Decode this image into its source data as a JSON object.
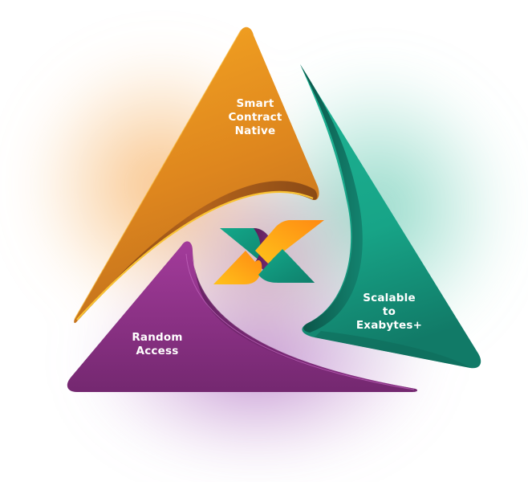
{
  "diagram": {
    "type": "three-segment triangular pinwheel",
    "center_logo": {
      "icon": "x-logo-icon",
      "colors": [
        "#1aa68a",
        "#f7a51f",
        "#7b2a78"
      ]
    },
    "segments": [
      {
        "id": "smart-contract-native",
        "position": "top",
        "color": "#e08a1e",
        "lines": [
          "Smart",
          "Contract",
          "Native"
        ]
      },
      {
        "id": "scalable-to-exabytes",
        "position": "right",
        "color": "#17957c",
        "lines": [
          "Scalable",
          "to",
          "Exabytes+"
        ]
      },
      {
        "id": "random-access",
        "position": "bottom-left",
        "color": "#8a2d85",
        "lines": [
          "Random",
          "Access"
        ]
      }
    ]
  },
  "colors": {
    "orange_light": "#f6a722",
    "orange_dark": "#b4641c",
    "teal_light": "#1aae90",
    "teal_dark": "#0f6d5d",
    "purple_light": "#a23a9a",
    "purple_dark": "#6a2568",
    "glow_orange": "#f7c58a",
    "glow_teal": "#8fd8c6",
    "glow_purple": "#c79ad4"
  }
}
